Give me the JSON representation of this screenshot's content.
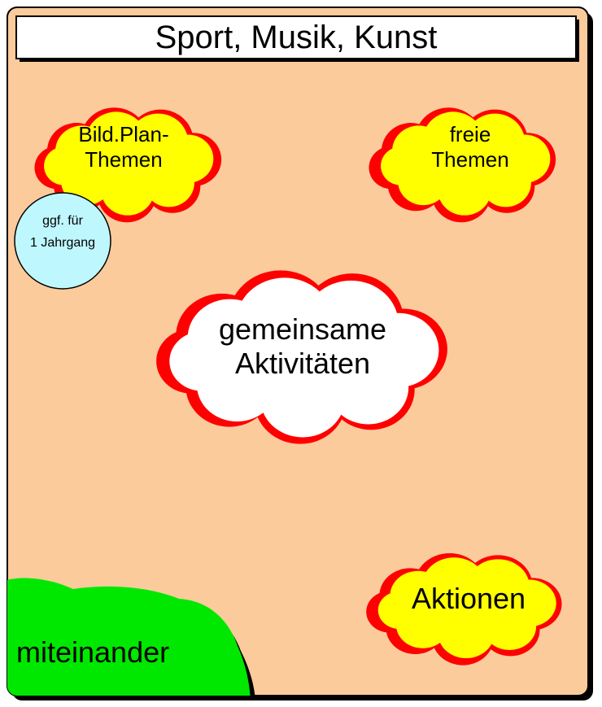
{
  "title": "Sport, Musik, Kunst",
  "colors": {
    "background": "#FBCB9C",
    "cloud_yellow": "#FFFF00",
    "cloud_outline": "#FF0000",
    "cloud_white": "#FFFFFF",
    "circle_blue": "#BFF7FF",
    "hill_green": "#00E800"
  },
  "nodes": {
    "bildungsplan": {
      "line1": "Bild.Plan-",
      "line2": "Themen"
    },
    "jahrgang": {
      "line1": "ggf. für",
      "line2": "1 Jahrgang"
    },
    "freie": {
      "line1": "freie",
      "line2": "Themen"
    },
    "gemeinsame": {
      "line1": "gemeinsame",
      "line2": "Aktivitäten"
    },
    "aktionen": {
      "label": "Aktionen"
    },
    "miteinander": {
      "label": "miteinander"
    }
  }
}
